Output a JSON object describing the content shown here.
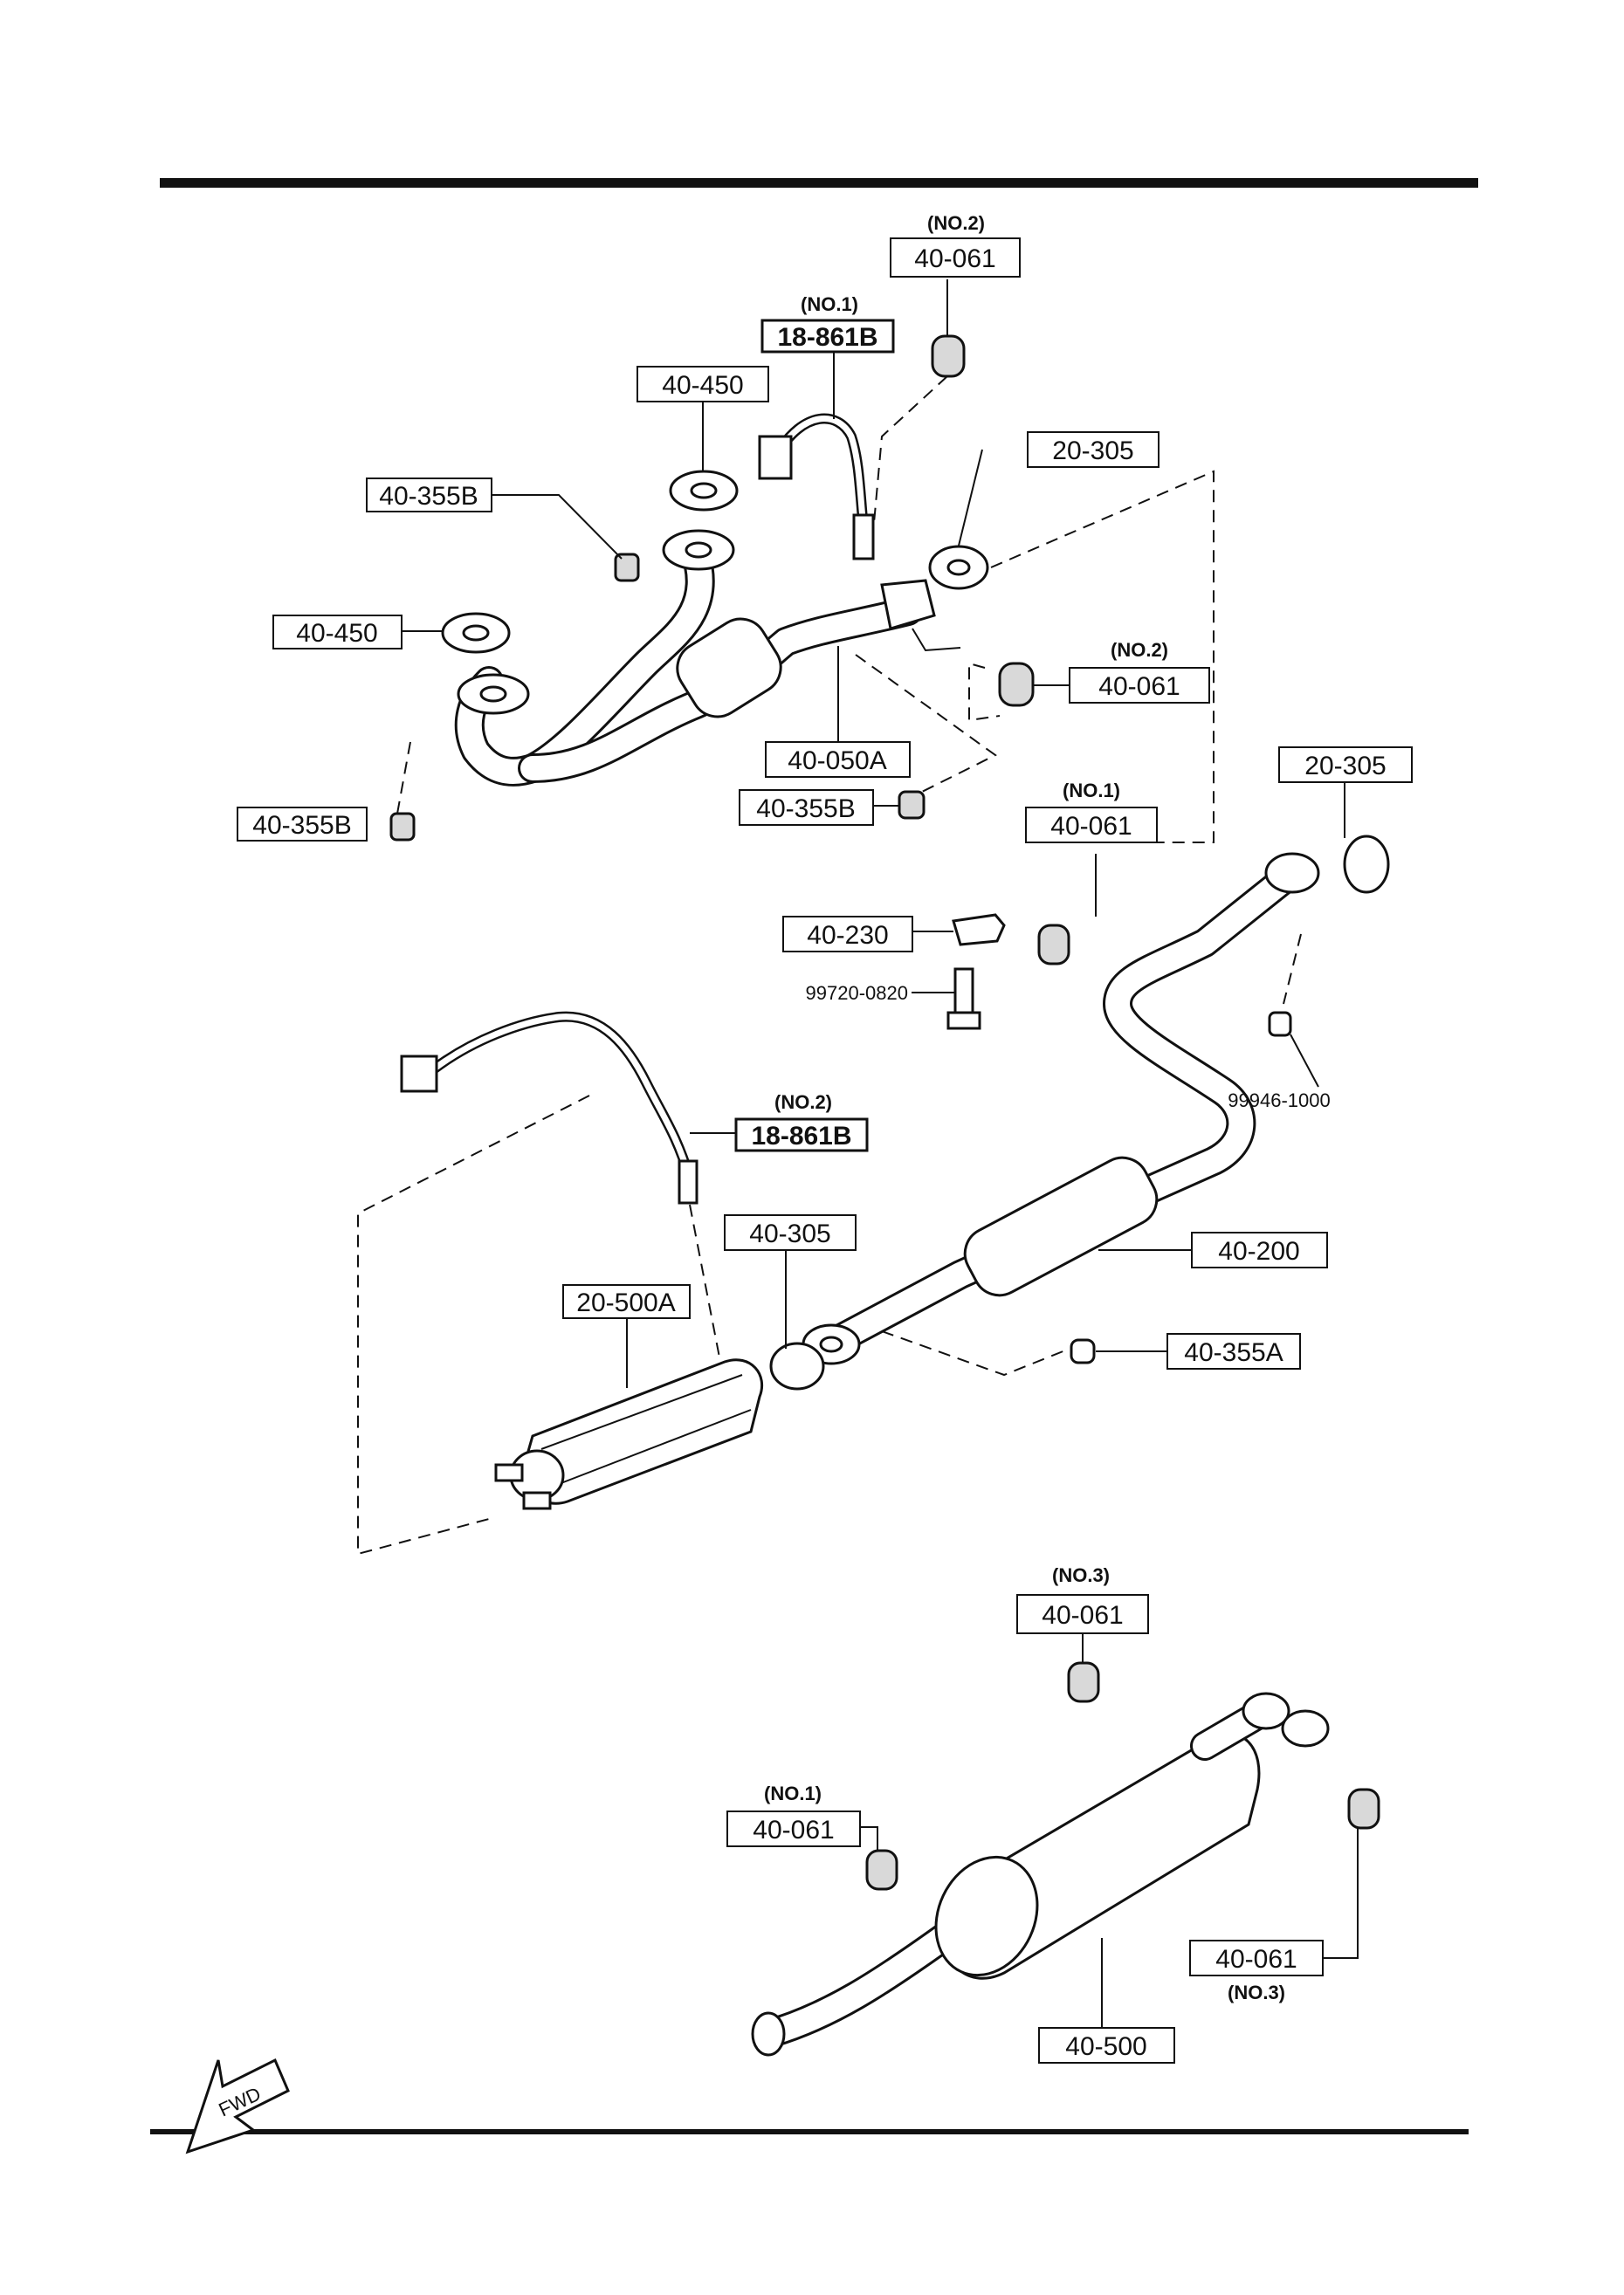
{
  "callouts": [
    {
      "id": "front-o2-sensor",
      "code": "18-861B",
      "note": "(NO.1)",
      "bold": true
    },
    {
      "id": "front-hanger-no2",
      "code": "40-061",
      "note": "(NO.2)",
      "bold": false
    },
    {
      "id": "flange-gasket-top",
      "code": "40-450",
      "note": "",
      "bold": false
    },
    {
      "id": "nut-top-left",
      "code": "40-355B",
      "note": "",
      "bold": false
    },
    {
      "id": "flange-gasket-left",
      "code": "40-450",
      "note": "",
      "bold": false
    },
    {
      "id": "gasket-20-305-top",
      "code": "20-305",
      "note": "",
      "bold": false
    },
    {
      "id": "hanger-mid-no2",
      "code": "40-061",
      "note": "(NO.2)",
      "bold": false
    },
    {
      "id": "front-pipe",
      "code": "40-050A",
      "note": "",
      "bold": false
    },
    {
      "id": "nut-bottom-left",
      "code": "40-355B",
      "note": "",
      "bold": false
    },
    {
      "id": "nut-center",
      "code": "40-355B",
      "note": "",
      "bold": false
    },
    {
      "id": "hanger-no1-mid",
      "code": "40-061",
      "note": "(NO.1)",
      "bold": false
    },
    {
      "id": "gasket-20-305-right",
      "code": "20-305",
      "note": "",
      "bold": false
    },
    {
      "id": "bracket",
      "code": "40-230",
      "note": "",
      "bold": false
    },
    {
      "id": "bolt",
      "code": "99720-0820",
      "note": "",
      "bold": false
    },
    {
      "id": "nut-right",
      "code": "99946-1000",
      "note": "",
      "bold": false
    },
    {
      "id": "rear-o2-sensor",
      "code": "18-861B",
      "note": "(NO.2)",
      "bold": true
    },
    {
      "id": "gasket-40-305",
      "code": "40-305",
      "note": "",
      "bold": false
    },
    {
      "id": "catalytic-converter",
      "code": "20-500A",
      "note": "",
      "bold": false
    },
    {
      "id": "middle-pipe",
      "code": "40-200",
      "note": "",
      "bold": false
    },
    {
      "id": "nut-40-355a",
      "code": "40-355A",
      "note": "",
      "bold": false
    },
    {
      "id": "hanger-no3-top",
      "code": "40-061",
      "note": "(NO.3)",
      "bold": false
    },
    {
      "id": "hanger-no1-rear",
      "code": "40-061",
      "note": "(NO.1)",
      "bold": false
    },
    {
      "id": "hanger-no3-right",
      "code": "40-061",
      "note": "(NO.3)",
      "bold": false
    },
    {
      "id": "main-silencer",
      "code": "40-500",
      "note": "",
      "bold": false
    }
  ],
  "fwd_label": "FWD"
}
